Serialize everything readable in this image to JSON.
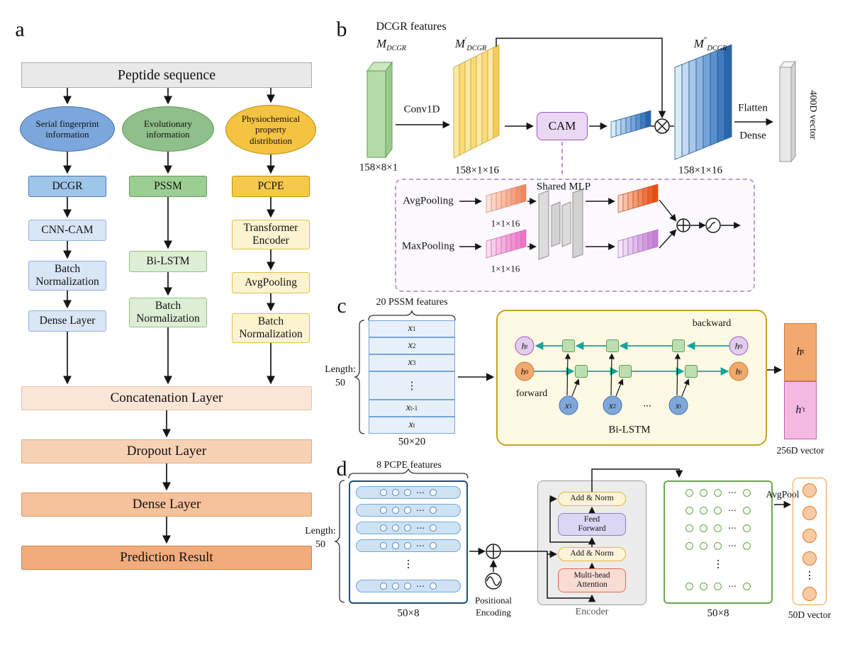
{
  "figure": {
    "panel_tags": {
      "a": "a",
      "b": "b",
      "c": "c",
      "d": "d"
    }
  },
  "glyphs": {
    "vdots": "⋮",
    "cdots": "⋯",
    "hdots": "..."
  },
  "panel_a": {
    "peptide": "Peptide sequence",
    "ellipses": [
      "Serial fingerprint information",
      "Evolutionary information",
      "Physiochemical property distribution"
    ],
    "col1": [
      "DCGR",
      "CNN-CAM",
      "Batch Normalization",
      "Dense Layer"
    ],
    "col2": [
      "PSSM",
      "Bi-LSTM",
      "Batch Normalization"
    ],
    "col3": [
      "PCPE",
      "Transformer Encoder",
      "AvgPooling",
      "Batch Normalization"
    ],
    "bottom": [
      "Concatenation Layer",
      "Dropout Layer",
      "Dense Layer",
      "Prediction Result"
    ]
  },
  "panel_b": {
    "title": "DCGR features",
    "m_in": {
      "base": "M",
      "sup": "",
      "sub": "DCGR"
    },
    "m_mid": {
      "base": "M",
      "sup": "′",
      "sub": "DCGR"
    },
    "m_out": {
      "base": "M",
      "sup": "″",
      "sub": "DCGR"
    },
    "conv1d": "Conv1D",
    "cam": "CAM",
    "dim_in": "158×8×1",
    "dim_mid": "158×1×16",
    "dim_out": "158×1×16",
    "flatten": "Flatten",
    "dense": "Dense",
    "out_vector": "400D vector",
    "avgpooling": "AvgPooling",
    "maxpooling": "MaxPooling",
    "shared_mlp": "Shared MLP",
    "dim_avg": "1×1×16",
    "dim_max": "1×1×16"
  },
  "panel_c": {
    "features": "20 PSSM features",
    "length_line1": "Length:",
    "length_line2": "50",
    "rows": [
      {
        "base": "x",
        "sub": "1"
      },
      {
        "base": "x",
        "sub": "2"
      },
      {
        "base": "x",
        "sub": "3"
      },
      {
        "base": "x",
        "sub": "t-1"
      },
      {
        "base": "x",
        "sub": "t"
      }
    ],
    "dim": "50×20",
    "backward": "backward",
    "forward": "forward",
    "bilstm": "Bi-LSTM",
    "bw_left": {
      "base": "h",
      "sub": "t"
    },
    "bw_right": {
      "base": "h",
      "sub": "0"
    },
    "fw_left": {
      "base": "h",
      "sub": "0"
    },
    "fw_right": {
      "base": "h",
      "sub": "t"
    },
    "x1": {
      "base": "x",
      "sub": "1"
    },
    "x2": {
      "base": "x",
      "sub": "2"
    },
    "xt": {
      "base": "x",
      "sub": "t"
    },
    "out_top": {
      "base": "h",
      "sup": "",
      "sub": "t"
    },
    "out_bottom": {
      "base": "h",
      "sup": "′",
      "sub": "t"
    },
    "out_vector": "256D vector"
  },
  "panel_d": {
    "features": "8 PCPE features",
    "length_line1": "Length:",
    "length_line2": "50",
    "dim_in": "50×8",
    "dim_out": "50×8",
    "pos_line1": "Positional",
    "pos_line2": "Encoding",
    "add_norm_top": "Add & Norm",
    "add_norm_bottom": "Add & Norm",
    "feed_forward": "Feed Forward",
    "multi_head_line1": "Multi-head",
    "multi_head_line2": "Attention",
    "encoder": "Encoder",
    "avgpool": "AvgPool",
    "out_vector": "50D vector"
  },
  "colors": {
    "panel_a_blue": "#9fc5e8",
    "panel_a_blue_light": "#d9e6f6",
    "panel_a_green": "#9cce94",
    "panel_a_green_light": "#ddeed6",
    "panel_a_yellow": "#f6c94d",
    "panel_a_yellow_light": "#fdf3d0",
    "concat_bar": "#fbe5d6",
    "dropout_bar": "#f8d2b4",
    "dense_bar": "#f6c29b",
    "prediction_bar": "#f2ab7c",
    "cam_purple": "#9b59b6",
    "teal_arrow": "#18a39b",
    "bilstm_bg": "#fdf9e4",
    "bilstm_border": "#c9a227",
    "encoder_gray": "#ececec",
    "input_matrix_border": "#1f4e79",
    "output_matrix_border": "#6aa84f",
    "output_vector_border": "#efa23b"
  }
}
